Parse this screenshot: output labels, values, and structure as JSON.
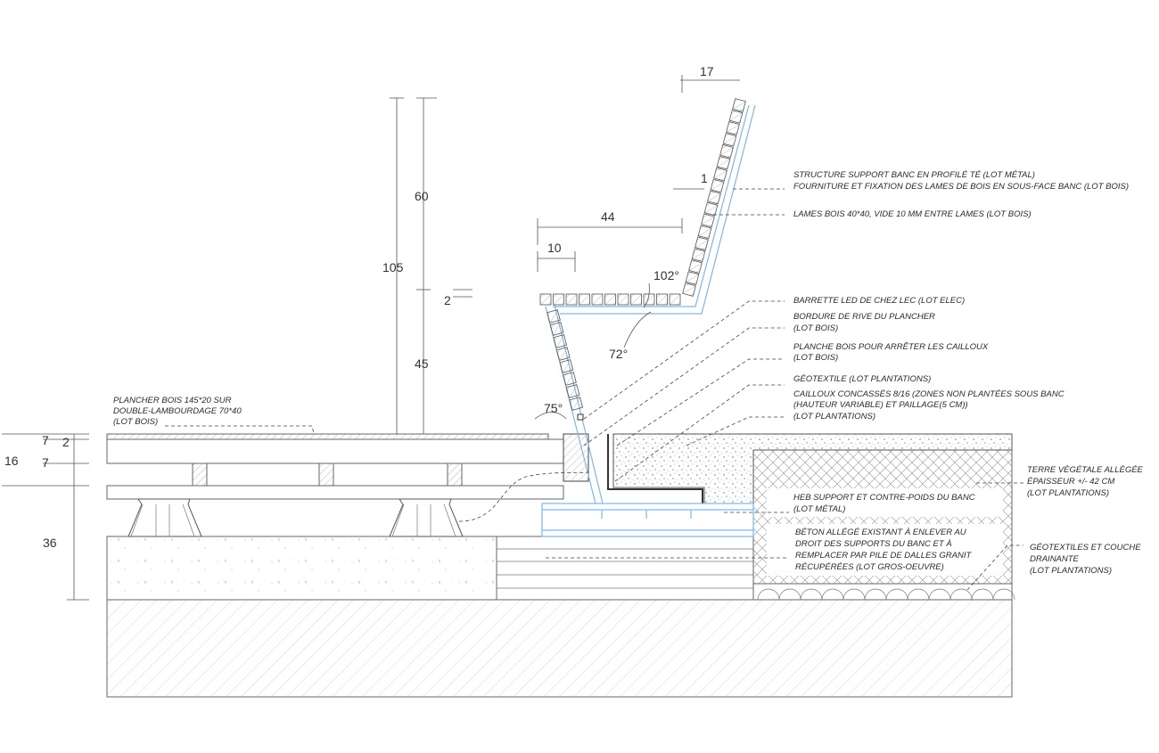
{
  "dimensions": {
    "seat_back_top": "17",
    "back_gap": "1",
    "seat_depth": "44",
    "seat_front": "10",
    "total_height": "105",
    "upper_height": "60",
    "lower_height": "45",
    "small_gap": "2",
    "angle_back": "102°",
    "angle_front": "72°",
    "angle_leg": "75°",
    "deck_total": "16",
    "deck_board": "7",
    "deck_gap": "2",
    "deck_joist": "7",
    "slab": "36"
  },
  "annotations": {
    "structure_1": "STRUCTURE SUPPORT BANC EN PROFILÉ TÉ (LOT MÉTAL)",
    "structure_2": "FOURNITURE ET FIXATION DES LAMES DE BOIS EN SOUS-FACE BANC (LOT BOIS)",
    "lames": "LAMES BOIS 40*40, VIDE 10 MM ENTRE LAMES (LOT BOIS)",
    "led": "BARRETTE LED DE CHEZ LEC (LOT ELEC)",
    "bordure_1": "BORDURE DE RIVE DU PLANCHER",
    "bordure_2": "(LOT BOIS)",
    "planche_1": "PLANCHE BOIS POUR ARRÊTER LES CAILLOUX",
    "planche_2": "(LOT BOIS)",
    "geotextile": "GÉOTEXTILE (LOT PLANTATIONS)",
    "cailloux_1": "CAILLOUX CONCASSÉS 8/16 (ZONES NON PLANTÉES SOUS BANC",
    "cailloux_2": "(HAUTEUR VARIABLE) ET PAILLAGE(5 CM))",
    "cailloux_3": "(LOT PLANTATIONS)",
    "plancher_1": "PLANCHER BOIS 145*20 SUR",
    "plancher_2": "DOUBLE-LAMBOURDAGE 70*40",
    "plancher_3": "(LOT BOIS)",
    "terre_1": "TERRE VÉGÉTALE ALLÉGÉE",
    "terre_2": "ÉPAISSEUR +/- 42 CM",
    "terre_3": "(LOT PLANTATIONS)",
    "heb_1": "HEB SUPPORT ET CONTRE-POIDS DU BANC",
    "heb_2": "(LOT MÉTAL)",
    "beton_1": "BÉTON ALLÉGÉ EXISTANT À ENLEVER AU",
    "beton_2": "DROIT DES SUPPORTS DU BANC ET À",
    "beton_3": "REMPLACER PAR PILE DE DALLES GRANIT",
    "beton_4": "RÉCUPÉRÉES (LOT GROS-OEUVRE)",
    "geo2_1": "GÉOTEXTILES ET COUCHE",
    "geo2_2": "DRAINANTE",
    "geo2_3": "(LOT PLANTATIONS)"
  }
}
